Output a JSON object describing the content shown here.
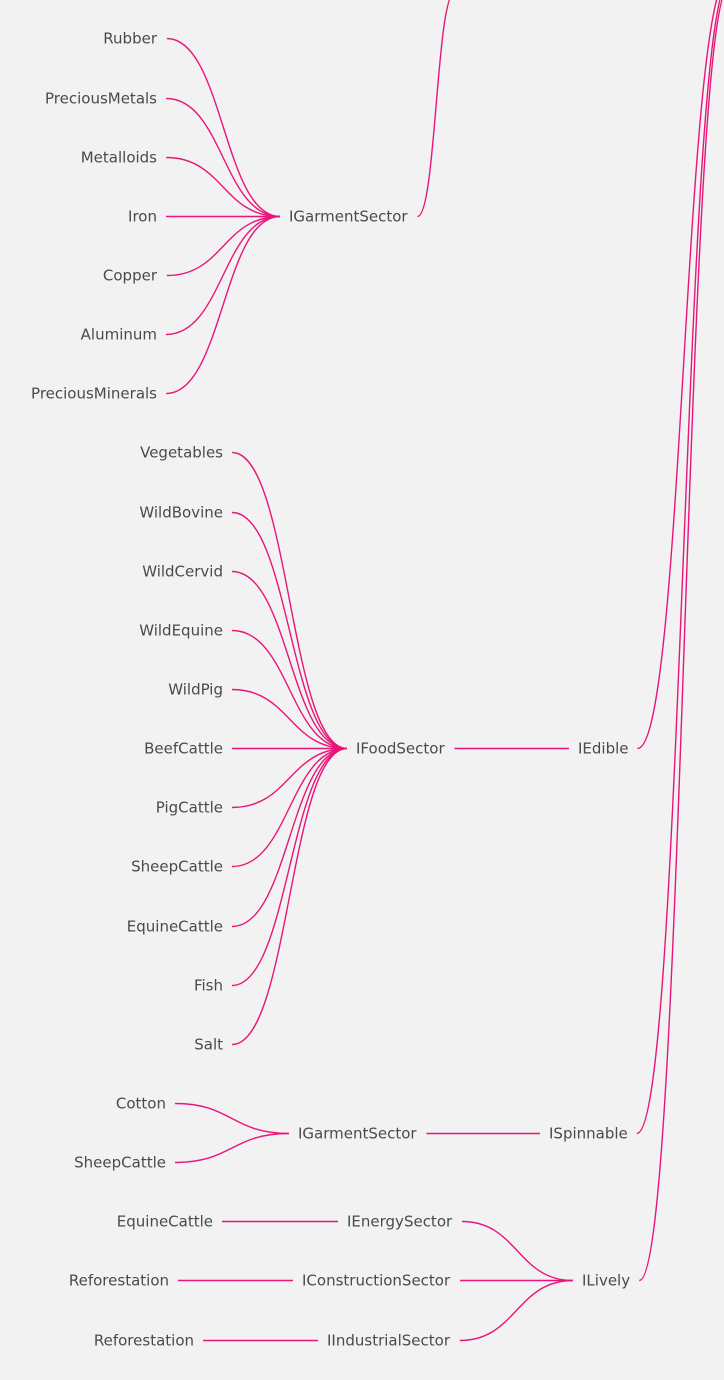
{
  "colors": {
    "background": "#f2f2f2",
    "edge": "#e8157a",
    "label": "#4a4a4a"
  },
  "diagram": {
    "nodes": {
      "rubber": "Rubber",
      "precious_metals": "PreciousMetals",
      "metalloids": "Metalloids",
      "iron": "Iron",
      "copper": "Copper",
      "aluminum": "Aluminum",
      "precious_minerals": "PreciousMinerals",
      "igarment_sector_top": "IGarmentSector",
      "vegetables": "Vegetables",
      "wild_bovine": "WildBovine",
      "wild_cervid": "WildCervid",
      "wild_equine": "WildEquine",
      "wild_pig": "WildPig",
      "beef_cattle": "BeefCattle",
      "pig_cattle": "PigCattle",
      "sheep_cattle_food": "SheepCattle",
      "equine_cattle_food": "EquineCattle",
      "fish": "Fish",
      "salt": "Salt",
      "ifood_sector": "IFoodSector",
      "iedible": "IEdible",
      "cotton": "Cotton",
      "sheep_cattle_garment": "SheepCattle",
      "igarment_sector_bottom": "IGarmentSector",
      "ispinnable": "ISpinnable",
      "equine_cattle_energy": "EquineCattle",
      "ienergy_sector": "IEnergySector",
      "reforestation_construction": "Reforestation",
      "iconstruction_sector": "IConstructionSector",
      "reforestation_industrial": "Reforestation",
      "iindustrial_sector": "IIndustrialSector",
      "ilively": "ILively"
    },
    "edges": [
      [
        "rubber",
        "igarment_sector_top"
      ],
      [
        "precious_metals",
        "igarment_sector_top"
      ],
      [
        "metalloids",
        "igarment_sector_top"
      ],
      [
        "iron",
        "igarment_sector_top"
      ],
      [
        "copper",
        "igarment_sector_top"
      ],
      [
        "aluminum",
        "igarment_sector_top"
      ],
      [
        "precious_minerals",
        "igarment_sector_top"
      ],
      [
        "vegetables",
        "ifood_sector"
      ],
      [
        "wild_bovine",
        "ifood_sector"
      ],
      [
        "wild_cervid",
        "ifood_sector"
      ],
      [
        "wild_equine",
        "ifood_sector"
      ],
      [
        "wild_pig",
        "ifood_sector"
      ],
      [
        "beef_cattle",
        "ifood_sector"
      ],
      [
        "pig_cattle",
        "ifood_sector"
      ],
      [
        "sheep_cattle_food",
        "ifood_sector"
      ],
      [
        "equine_cattle_food",
        "ifood_sector"
      ],
      [
        "fish",
        "ifood_sector"
      ],
      [
        "salt",
        "ifood_sector"
      ],
      [
        "ifood_sector",
        "iedible"
      ],
      [
        "cotton",
        "igarment_sector_bottom"
      ],
      [
        "sheep_cattle_garment",
        "igarment_sector_bottom"
      ],
      [
        "igarment_sector_bottom",
        "ispinnable"
      ],
      [
        "equine_cattle_energy",
        "ienergy_sector"
      ],
      [
        "reforestation_construction",
        "iconstruction_sector"
      ],
      [
        "reforestation_industrial",
        "iindustrial_sector"
      ],
      [
        "ienergy_sector",
        "ilively"
      ],
      [
        "iconstruction_sector",
        "ilively"
      ],
      [
        "iindustrial_sector",
        "ilively"
      ]
    ]
  }
}
